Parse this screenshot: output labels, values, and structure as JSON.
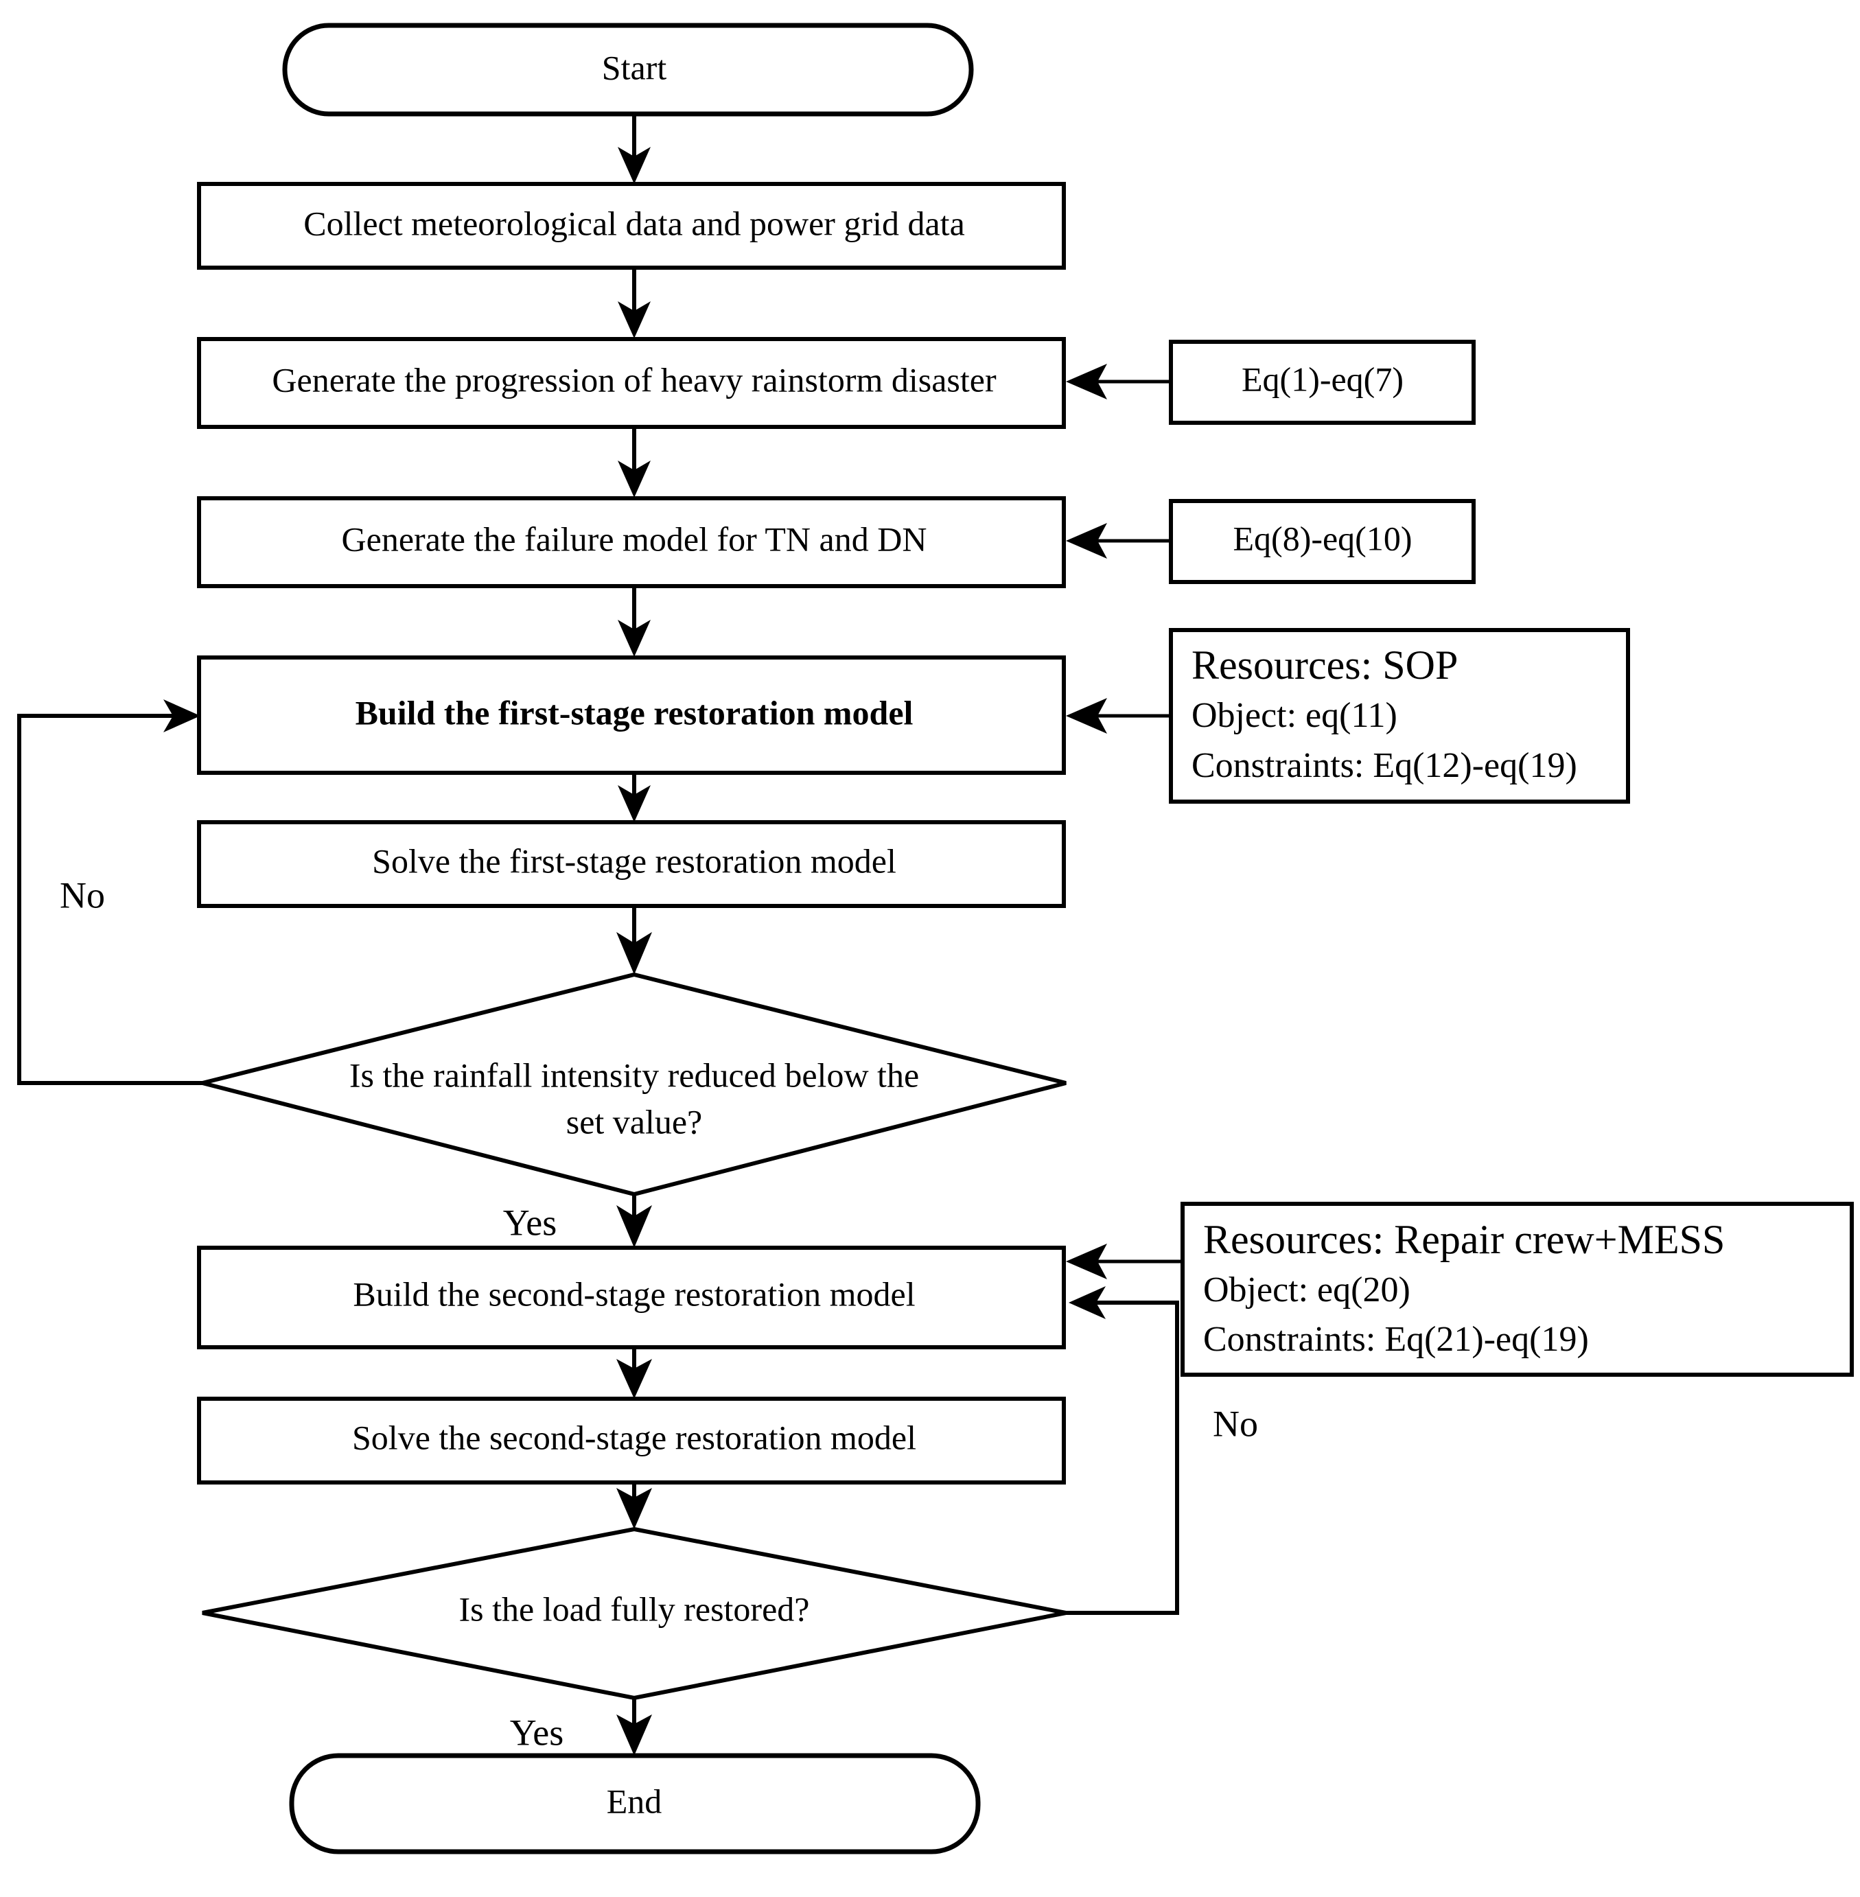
{
  "diagram": {
    "title": "Two-stage restoration flowchart",
    "stroke_color": "#000000",
    "fill_color": "#ffffff",
    "nodes": {
      "start": {
        "label": "Start",
        "shape": "terminal"
      },
      "collect": {
        "label": "Collect meteorological data and power grid data",
        "shape": "process"
      },
      "generate_progression": {
        "label": "Generate the progression of heavy rainstorm disaster",
        "shape": "process"
      },
      "generate_failure": {
        "label": "Generate the failure model for TN and DN",
        "shape": "process"
      },
      "build_first": {
        "label": "Build the first-stage restoration model",
        "shape": "process"
      },
      "solve_first": {
        "label": "Solve the first-stage restoration model",
        "shape": "process"
      },
      "decision_rain_line1": {
        "label": "Is the rainfall intensity reduced below the",
        "shape": "decision"
      },
      "decision_rain_line2": {
        "label": "set value?",
        "shape": "decision"
      },
      "build_second": {
        "label": "Build the second-stage restoration model",
        "shape": "process"
      },
      "solve_second": {
        "label": "Solve the second-stage restoration model",
        "shape": "process"
      },
      "decision_load": {
        "label": "Is the load fully restored?",
        "shape": "decision"
      },
      "end": {
        "label": "End",
        "shape": "terminal"
      }
    },
    "side_boxes": {
      "eq_1_7": {
        "label": "Eq(1)-eq(7)"
      },
      "eq_8_10": {
        "label": "Eq(8)-eq(10)"
      },
      "resources_sop": {
        "heading": "Resources: SOP",
        "object": "Object: eq(11)",
        "constraints": "Constraints: Eq(12)-eq(19)"
      },
      "resources_repair": {
        "heading": "Resources: Repair crew+MESS",
        "object": "Object: eq(20)",
        "constraints": "Constraints: Eq(21)-eq(19)"
      }
    },
    "edge_labels": {
      "no_rain_loop": "No",
      "yes_rain": "Yes",
      "no_load_loop": "No",
      "yes_load": "Yes"
    }
  }
}
